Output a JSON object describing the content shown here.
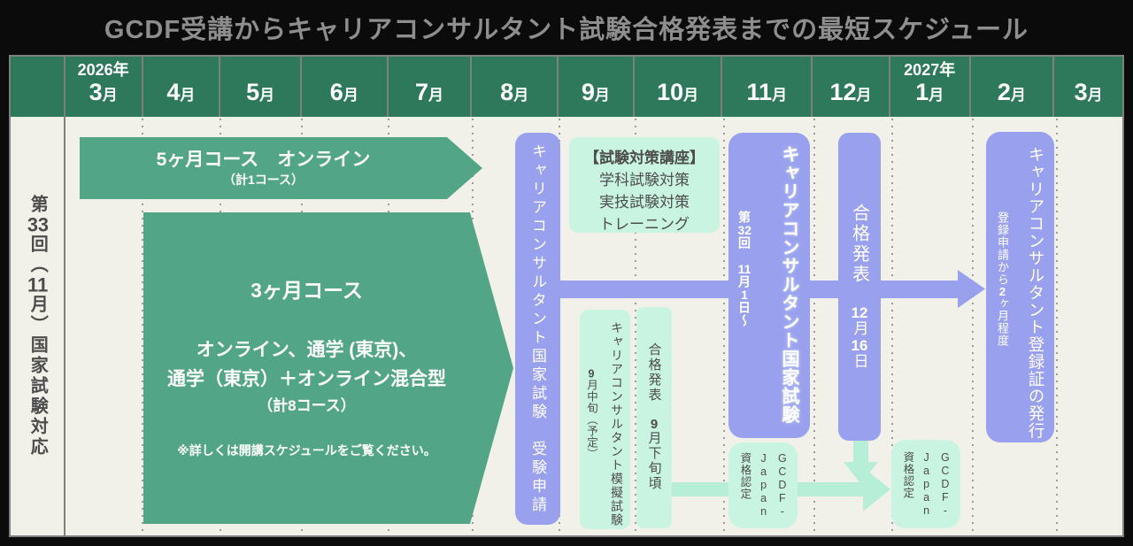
{
  "title": "GCDF受講からキャリアコンサルタント試験合格発表までの最短スケジュール",
  "header": {
    "months": [
      {
        "year": "2026年",
        "num": "3",
        "unit": "月"
      },
      {
        "num": "4",
        "unit": "月"
      },
      {
        "num": "5",
        "unit": "月"
      },
      {
        "num": "6",
        "unit": "月"
      },
      {
        "num": "7",
        "unit": "月"
      },
      {
        "num": "8",
        "unit": "月"
      },
      {
        "num": "9",
        "unit": "月"
      },
      {
        "num": "10",
        "unit": "月"
      },
      {
        "num": "11",
        "unit": "月"
      },
      {
        "num": "12",
        "unit": "月"
      },
      {
        "year": "2027年",
        "num": "1",
        "unit": "月"
      },
      {
        "num": "2",
        "unit": "月"
      },
      {
        "num": "3",
        "unit": "月"
      }
    ]
  },
  "sidebar": {
    "seg1": "第",
    "num1": "33",
    "seg2": "回（",
    "num2": "11",
    "seg3": "月）国家試験対応"
  },
  "courses": {
    "five_month": {
      "line1": "5ヶ月コース　オンライン",
      "line2": "（計1コース）"
    },
    "three_month": {
      "line1": "3ヶ月コース",
      "line2": "オンライン、通学 (東京)、",
      "line3": "通学（東京）＋オンライン混合型",
      "line4": "（計8コース）",
      "note": "※詳しくは開講スケジュールをご覧ください。"
    }
  },
  "exam_application": {
    "text": "キャリアコンサルタント国家試験　受験申請"
  },
  "prep_course": {
    "line1": "【試験対策講座】",
    "line2": "学科試験対策",
    "line3": "実技試験対策",
    "line4": "トレーニング"
  },
  "mock_exam": {
    "main": "キャリアコンサルタント模擬試験",
    "note_num": "9",
    "note_post": "月中旬（予定）"
  },
  "mock_result": {
    "pre": "合格発表　",
    "num": "9",
    "post": "月下旬頃"
  },
  "national_exam": {
    "main": "キャリアコンサルタント国家試験",
    "a1": "第",
    "n1": "32",
    "a2": "回　",
    "n2": "11",
    "a3": "月",
    "n3": "1",
    "a4": "日～"
  },
  "result_announce": {
    "pre": "合格発表　",
    "n1": "12",
    "a1": "月",
    "n2": "16",
    "a2": "日"
  },
  "gcdf_cert_nov": {
    "l1": "GCDF-",
    "l2": "Japan",
    "l3": "資格認定"
  },
  "gcdf_cert_jan": {
    "l1": "GCDF-",
    "l2": "Japan",
    "l3": "資格認定"
  },
  "registration": {
    "main": "キャリアコンサルタント登録証の発行",
    "a1": "登録申請から",
    "n1": "2",
    "a2": "ヶ月程度"
  },
  "colors": {
    "frame_black": "#0b0b0b",
    "title_gray": "#8e8e8e",
    "header_green": "#2e795c",
    "body_beige": "#f2f1e9",
    "border_gray": "#7f7f7f",
    "course_green": "#52a687",
    "bar_purple": "#99a0ee",
    "mint_box": "#c9f4e2",
    "mint_arrow": "#b7eed8",
    "dark_text": "#4d4d4d"
  }
}
